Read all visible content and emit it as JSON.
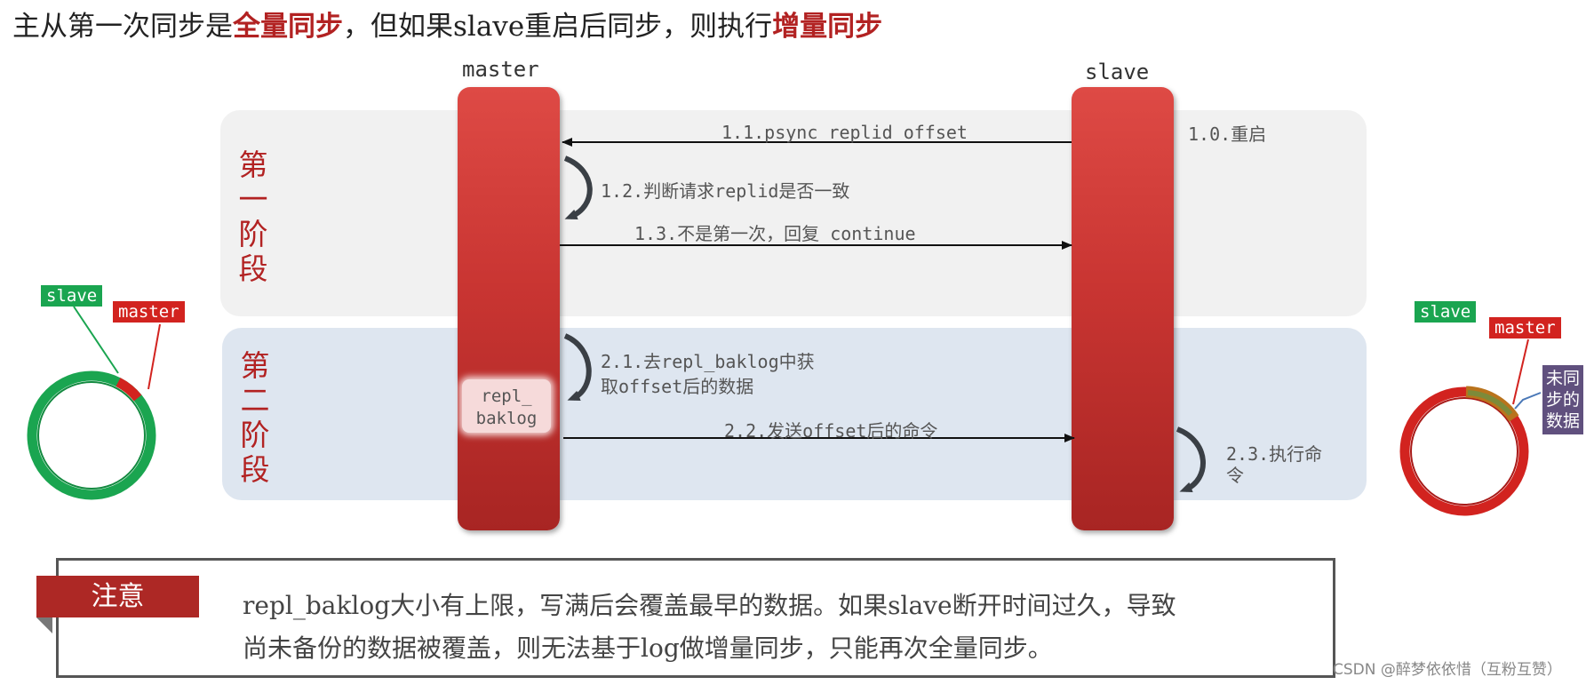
{
  "title": {
    "part1": "主从第一次同步是",
    "highlight1": "全量同步",
    "part2": "，但如果slave重启后同步，则执行",
    "highlight2": "增量同步"
  },
  "nodes": {
    "master": "master",
    "slave": "slave",
    "baklog_line1": "repl_",
    "baklog_line2": "baklog"
  },
  "phases": {
    "phase1_label": [
      "第",
      "一",
      "阶",
      "段"
    ],
    "phase2_label": [
      "第",
      "二",
      "阶",
      "段"
    ]
  },
  "steps": {
    "s1_0": "1.0.重启",
    "s1_1": "1.1.psync replid offset",
    "s1_2": "1.2.判断请求replid是否一致",
    "s1_3": "1.3.不是第一次，回复 continue",
    "s2_1_line1": "2.1.去repl_baklog中获",
    "s2_1_line2": "取offset后的数据",
    "s2_2": "2.2.发送offset后的命令",
    "s2_3_line1": "2.3.执行命",
    "s2_3_line2": "令"
  },
  "left_ring": {
    "slave_tag": "slave",
    "master_tag": "master"
  },
  "right_ring": {
    "slave_tag": "slave",
    "master_tag": "master",
    "unsynced_line1": "未同",
    "unsynced_line2": "步的",
    "unsynced_line3": "数据"
  },
  "note": {
    "tag": "注意",
    "line1": "repl_baklog大小有上限，写满后会覆盖最早的数据。如果slave断开时间过久，导致",
    "line2": "尚未备份的数据被覆盖，则无法基于log做增量同步，只能再次全量同步。"
  },
  "watermark": "CSDN @醉梦依依惜（互粉互赞）",
  "colors": {
    "accent_red": "#b22222",
    "pillar_red": "#c93532",
    "ring_green": "#1aa550",
    "ring_red": "#d2231f",
    "phase1_bg": "#f1f1f1",
    "phase2_bg": "#dee6f0",
    "purple_tag": "#60507e"
  }
}
